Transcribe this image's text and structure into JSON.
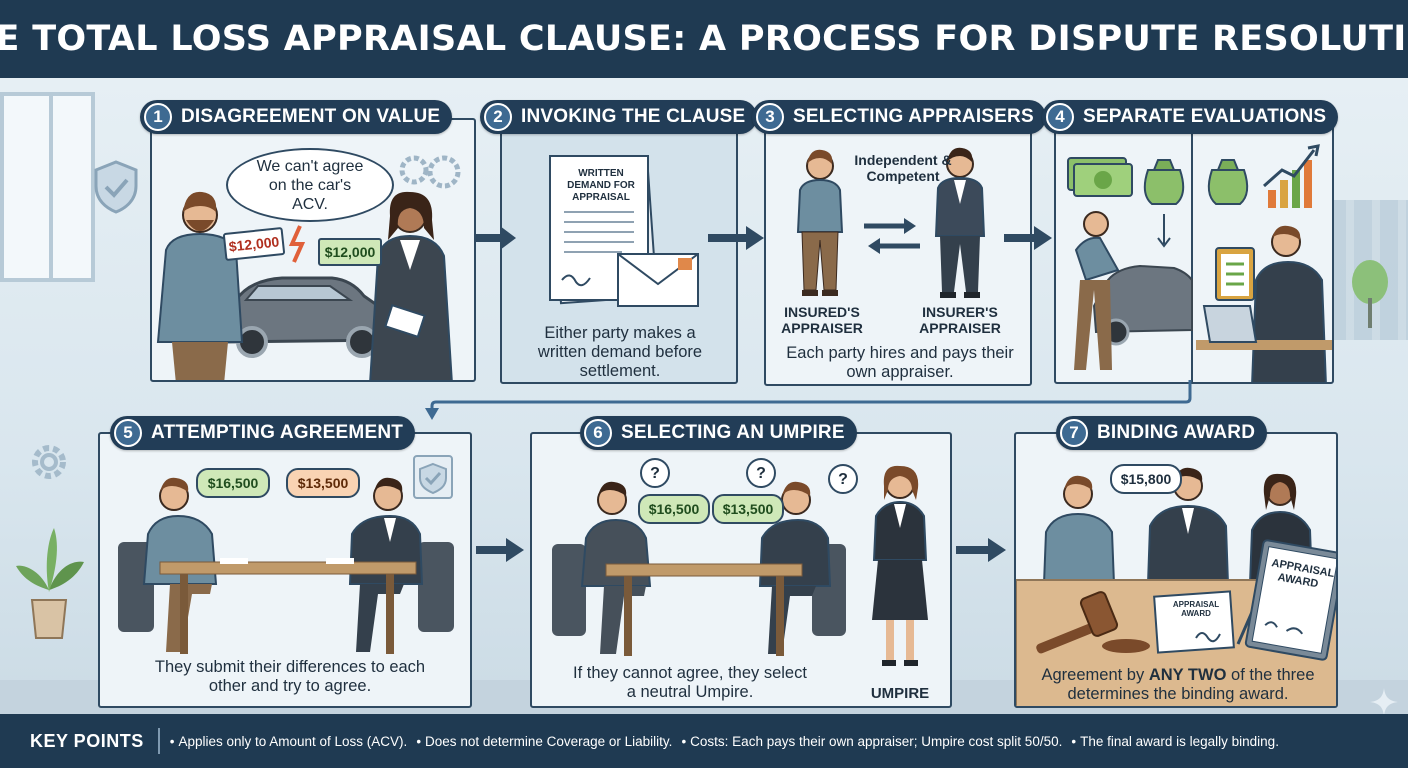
{
  "title": "THE TOTAL LOSS APPRAISAL CLAUSE: A PROCESS FOR DISPUTE RESOLUTION",
  "steps": [
    {
      "number": "1",
      "title": "DISAGREEMENT ON VALUE",
      "bubble": "We can't agree on the car's ACV.",
      "amount_a": "$12,000",
      "amount_b": "$12,000"
    },
    {
      "number": "2",
      "title": "INVOKING THE CLAUSE",
      "doc_label": "WRITTEN DEMAND FOR APPRAISAL",
      "caption": "Either party makes a written demand before settlement."
    },
    {
      "number": "3",
      "title": "SELECTING APPRAISERS",
      "note": "Independent & Competent",
      "left_label": "INSURED'S APPRAISER",
      "right_label": "INSURER'S APPRAISER",
      "caption": "Each party hires and pays their own appraiser."
    },
    {
      "number": "4",
      "title": "SEPARATE EVALUATIONS"
    },
    {
      "number": "5",
      "title": "ATTEMPTING AGREEMENT",
      "amount_a": "$16,500",
      "amount_b": "$13,500",
      "caption": "They submit their differences to each other and try to agree."
    },
    {
      "number": "6",
      "title": "SELECTING AN UMPIRE",
      "amount_a": "$16,500",
      "amount_b": "$13,500",
      "question": "?",
      "umpire_label": "UMPIRE",
      "caption": "If they cannot agree, they select a neutral Umpire."
    },
    {
      "number": "7",
      "title": "BINDING AWARD",
      "amount": "$15,800",
      "doc_small": "APPRAISAL AWARD",
      "doc_large": "APPRAISAL AWARD",
      "caption_pre": "Agreement by ",
      "caption_bold": "ANY TWO",
      "caption_post": " of the three determines the binding award."
    }
  ],
  "key_points": {
    "title": "KEY POINTS",
    "items": [
      "Applies only to Amount of Loss (ACV).",
      "Does not determine Coverage or Liability.",
      "Costs: Each pays their own appraiser; Umpire cost split 50/50.",
      "The final award is legally binding."
    ]
  },
  "colors": {
    "navy": "#1f3a52",
    "accent": "#3e6a92",
    "panel": "#eef4f8",
    "tan": "#f1e4d3",
    "green_money": "#cfe8b8",
    "peach_money": "#f9d3b3"
  },
  "icons": [
    "shield-icon",
    "gear-icon",
    "document-icon",
    "envelope-icon",
    "money-bag-icon",
    "bar-chart-icon",
    "clipboard-icon",
    "laptop-icon",
    "gavel-icon",
    "car-icon",
    "plant-icon",
    "tree-icon",
    "sparkle-icon"
  ]
}
